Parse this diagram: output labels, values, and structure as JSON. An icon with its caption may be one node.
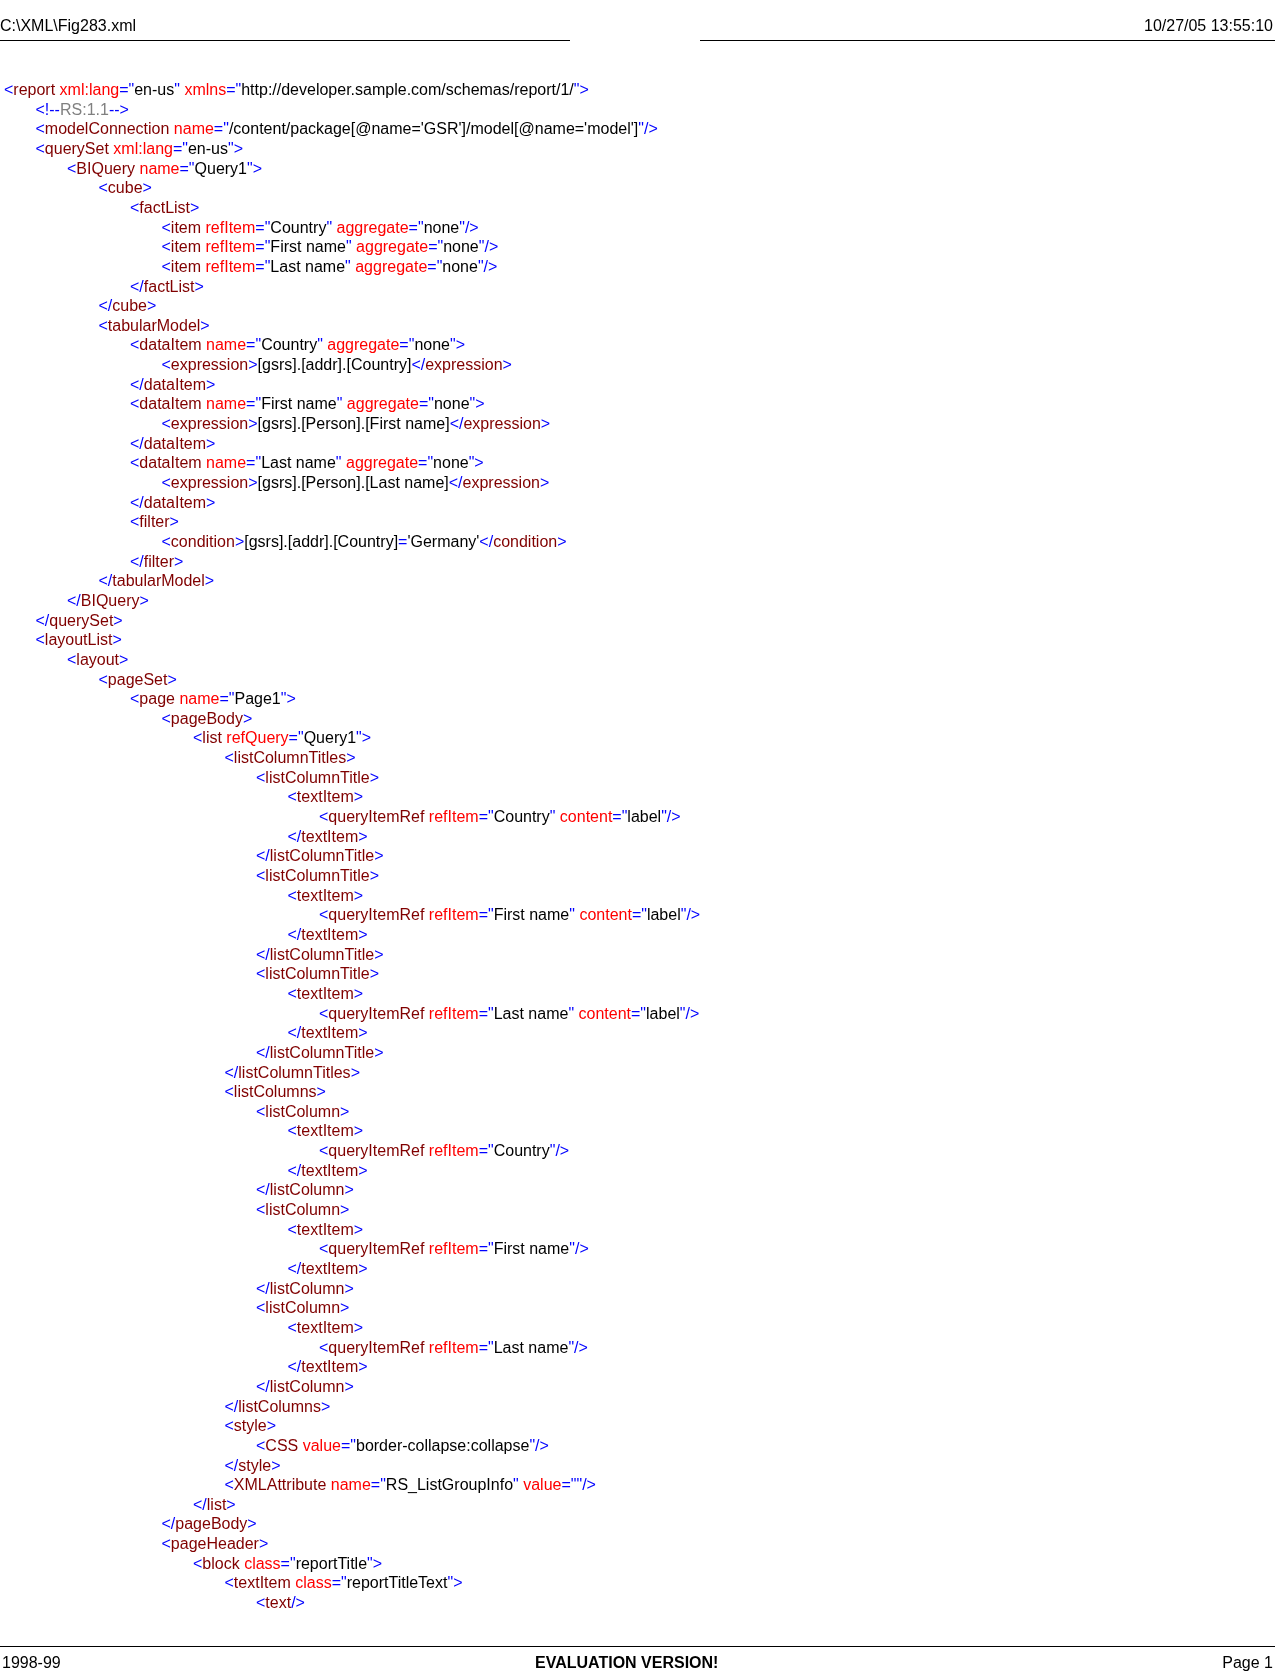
{
  "diagram": {
    "labels": [
      "C:\\XML\\Fig283.xml",
      "10/27/05 13:55:10",
      "<report xml:lang=\"en-us\" xmlns=\"http://developer.sample.com/schemas/report/1/\">",
      "<!--RS:1.1-->",
      "<modelConnection name=\"/content/package[@name='GSR']/model[@name='model']\"/>",
      "<querySet xml:lang=\"en-us\">",
      "<BIQuery name=\"Query1\">",
      "<cube>",
      "<factList>",
      "<item refItem=\"Country\" aggregate=\"none\"/>",
      "<item refItem=\"First name\" aggregate=\"none\"/>",
      "<item refItem=\"Last name\" aggregate=\"none\"/>",
      "</factList>",
      "</cube>",
      "<tabularModel>",
      "<dataItem name=\"Country\" aggregate=\"none\">",
      "<expression>[gsrs].[addr].[Country]</expression>",
      "</dataItem>",
      "<dataItem name=\"First name\" aggregate=\"none\">",
      "<expression>[gsrs].[Person].[First name]</expression>",
      "</dataItem>",
      "<dataItem name=\"Last name\" aggregate=\"none\">",
      "<expression>[gsrs].[Person].[Last name]</expression>",
      "</dataItem>",
      "<filter>",
      "<condition>[gsrs].[addr].[Country]='Germany'</condition>",
      "</filter>",
      "</tabularModel>",
      "</BIQuery>",
      "</querySet>",
      "<layoutList>",
      "<layout>",
      "<pageSet>",
      "<page name=\"Page1\">",
      "<pageBody>",
      "<list refQuery=\"Query1\">",
      "<listColumnTitles>",
      "<listColumnTitle>",
      "<textItem>",
      "<queryItemRef refItem=\"Country\" content=\"label\"/>",
      "</textItem>",
      "</listColumnTitle>",
      "<listColumnTitle>",
      "<textItem>",
      "<queryItemRef refItem=\"First name\" content=\"label\"/>",
      "</textItem>",
      "</listColumnTitle>",
      "<listColumnTitle>",
      "<textItem>",
      "<queryItemRef refItem=\"Last name\" content=\"label\"/>",
      "</textItem>",
      "</listColumnTitle>",
      "</listColumnTitles>",
      "<listColumns>",
      "<listColumn>",
      "<textItem>",
      "<queryItemRef refItem=\"Country\"/>",
      "</textItem>",
      "</listColumn>",
      "<listColumn>",
      "<textItem>",
      "<queryItemRef refItem=\"First name\"/>",
      "</textItem>",
      "</listColumn>",
      "<listColumn>",
      "<textItem>",
      "<queryItemRef refItem=\"Last name\"/>",
      "</textItem>",
      "</listColumn>",
      "</listColumns>",
      "<style>",
      "<CSS value=\"border-collapse:collapse\"/>",
      "</style>",
      "<XMLAttribute name=\"RS_ListGroupInfo\" value=\"\"/>",
      "</list>",
      "</pageBody>",
      "<pageHeader>",
      "<block class=\"reportTitle\">",
      "<textItem class=\"reportTitleText\">",
      "<text/>",
      "1998-99",
      "EVALUATION VERSION!",
      "Page 1"
    ]
  }
}
